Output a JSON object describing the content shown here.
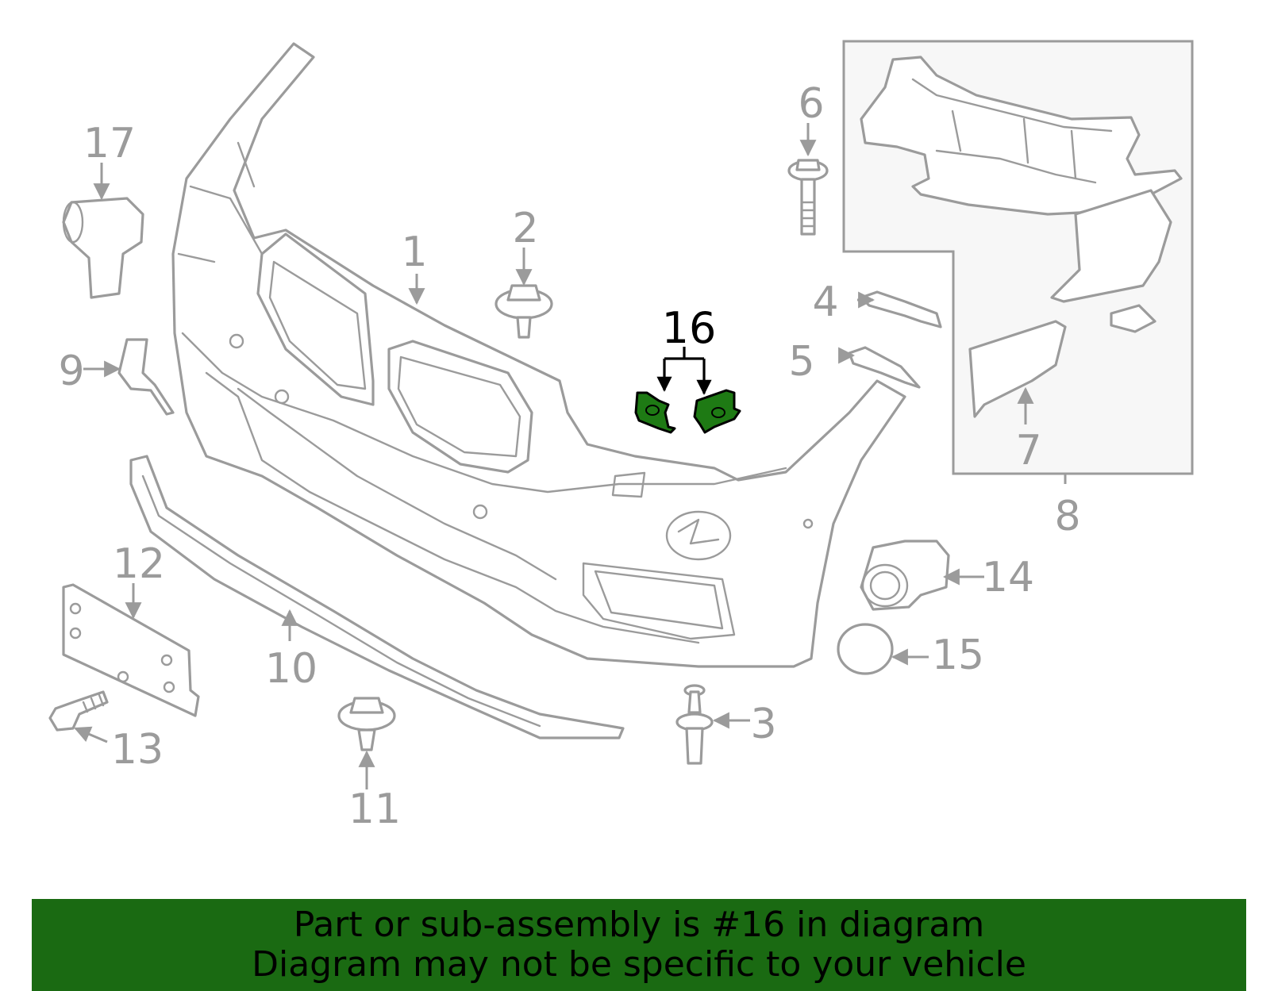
{
  "callouts": {
    "c1": "1",
    "c2": "2",
    "c3": "3",
    "c4": "4",
    "c5": "5",
    "c6": "6",
    "c7": "7",
    "c8": "8",
    "c9": "9",
    "c10": "10",
    "c11": "11",
    "c12": "12",
    "c13": "13",
    "c14": "14",
    "c15": "15",
    "c16": "16",
    "c17": "17"
  },
  "highlighted_part": "16",
  "colors": {
    "highlight": "#1e7a14",
    "banner": "#1a6a12",
    "line_art": "#9b9b9b"
  },
  "banner": {
    "line1": "Part or sub-assembly is #16 in diagram",
    "line2": "Diagram may not be specific to your vehicle"
  }
}
